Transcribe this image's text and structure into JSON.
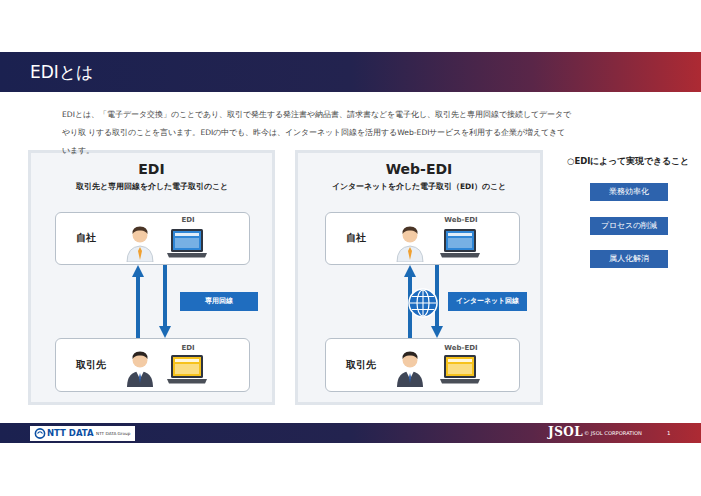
{
  "diagram": {
    "title": "EDIとは",
    "nodes": [
      {
        "text": [
          "EDI",
          "取引先と専用回線を介した電子取引のこと"
        ]
      },
      {
        "text": [
          "自社",
          "EDI"
        ],
        "in": 0
      },
      {
        "text": [
          "専用回線"
        ],
        "in": 0
      },
      {
        "text": [
          "取引先",
          "EDI"
        ],
        "in": 0
      },
      {
        "text": [
          "Web-EDI",
          "インターネットを介した電子取引（EDI）のこと"
        ]
      },
      {
        "text": [
          "自社",
          "Web-EDI"
        ],
        "in": 4
      },
      {
        "text": [
          "インターネット回線"
        ],
        "in": 4
      },
      {
        "text": [
          "取引先",
          "Web-EDI"
        ],
        "in": 4
      },
      {
        "text": [
          "業務効率化"
        ]
      },
      {
        "text": [
          "プロセスの削減"
        ]
      },
      {
        "text": [
          "属人化解消"
        ]
      }
    ],
    "edges": [
      {
        "from": 3,
        "to": 1,
        "arrow": "to"
      },
      {
        "from": 1,
        "to": 3,
        "arrow": "to"
      },
      {
        "from": 7,
        "to": 5,
        "arrow": "to"
      },
      {
        "from": 5,
        "to": 7,
        "arrow": "to"
      }
    ],
    "labels": [
      "EDIとは、「電子データ交換」のことであり、取引で発生する発注書や納品書、請求書などを電子化し、取引先と専用回線で接続してデータでやり取 りする取引のことを言います。EDIの中でも、昨今は、インターネット回線を活用するWeb-EDIサービスを利用する企業が増えてきています。",
      "○EDIによって実現できること",
      "NTT DATA",
      "NTT DATA Group",
      "JSOL",
      "© JSOL CORPORATION",
      "1"
    ]
  }
}
